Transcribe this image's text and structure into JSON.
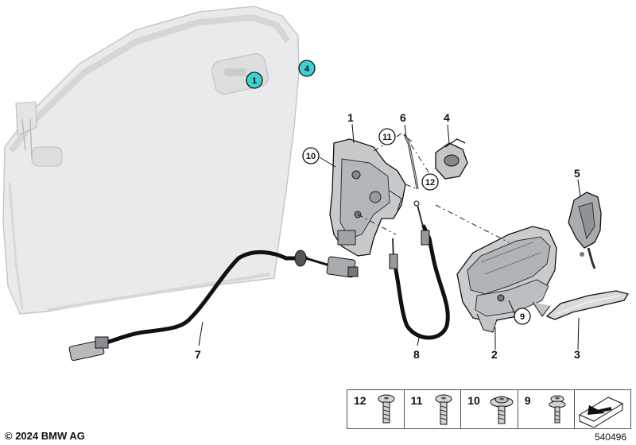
{
  "diagram": {
    "copyright": "© 2024 BMW AG",
    "diagram_number": "540496",
    "part_labels": [
      "1",
      "6",
      "4",
      "5",
      "7",
      "8",
      "2",
      "3"
    ],
    "circled_labels": [
      "10",
      "11",
      "12",
      "9"
    ],
    "teal_markers": [
      "1",
      "4"
    ],
    "legend": [
      {
        "number": "12",
        "icon": "torx-screw-small-icon"
      },
      {
        "number": "11",
        "icon": "torx-screw-icon"
      },
      {
        "number": "10",
        "icon": "flange-screw-icon"
      },
      {
        "number": "9",
        "icon": "collar-screw-icon"
      },
      {
        "number": "",
        "icon": "direction-arrow-icon"
      }
    ],
    "colors": {
      "teal_marker": "#3fd0cf",
      "door_panel": "#e9eaeb",
      "line": "#222222",
      "component_fill": "#cfd1d3"
    }
  }
}
